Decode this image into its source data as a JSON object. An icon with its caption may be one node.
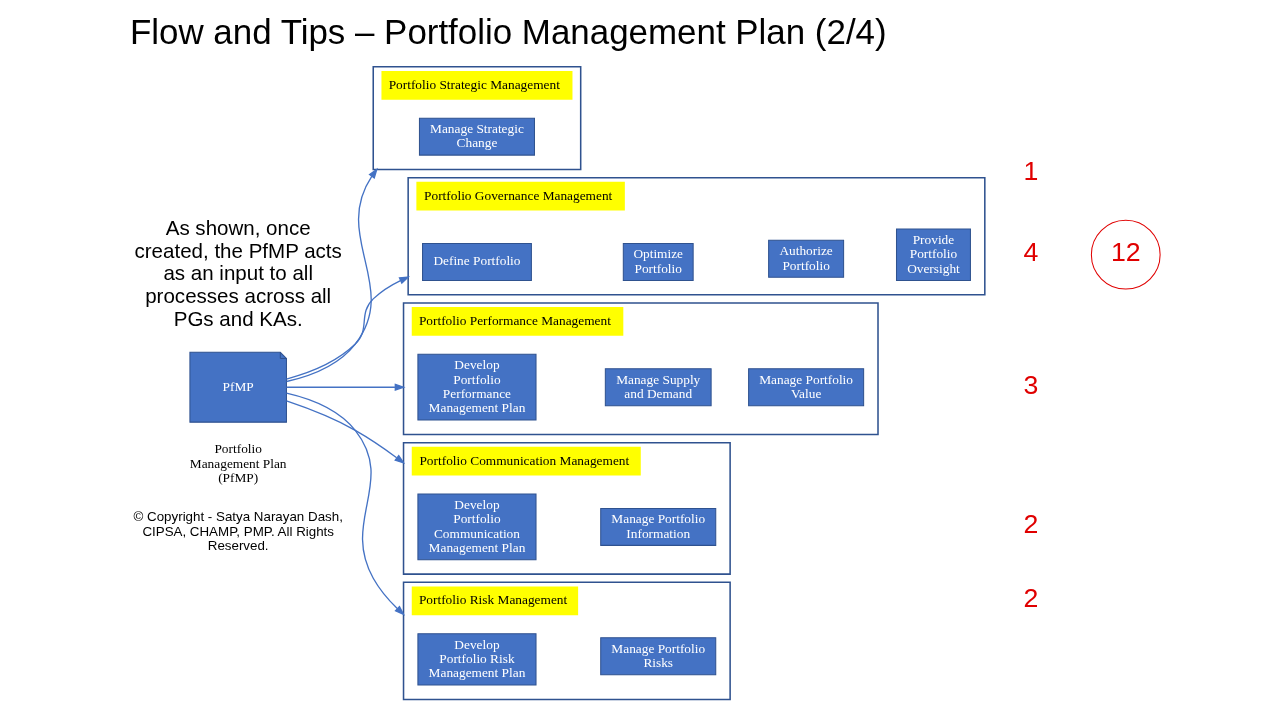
{
  "diagram": {
    "title": "Flow and Tips – Portfolio Management Plan (2/4)",
    "nodes": [
      {
        "text": [
          "PfMP"
        ],
        "beside": [
          "Portfolio Management Plan (PfMP)"
        ]
      },
      {
        "text": [
          "Portfolio Strategic Management"
        ]
      },
      {
        "text": [
          "Manage Strategic Change"
        ],
        "in": 1
      },
      {
        "text": [
          "Portfolio Governance Management"
        ]
      },
      {
        "text": [
          "Define Portfolio"
        ],
        "in": 3
      },
      {
        "text": [
          "Optimize Portfolio"
        ],
        "in": 3
      },
      {
        "text": [
          "Authorize Portfolio"
        ],
        "in": 3
      },
      {
        "text": [
          "Provide Portfolio Oversight"
        ],
        "in": 3
      },
      {
        "text": [
          "Portfolio Performance Management"
        ]
      },
      {
        "text": [
          "Develop Portfolio Performance Management Plan"
        ],
        "in": 8
      },
      {
        "text": [
          "Manage Supply and Demand"
        ],
        "in": 8
      },
      {
        "text": [
          "Manage Portfolio Value"
        ],
        "in": 8
      },
      {
        "text": [
          "Portfolio Communication Management"
        ]
      },
      {
        "text": [
          "Develop Portfolio Communication Management Plan"
        ],
        "in": 12
      },
      {
        "text": [
          "Manage Portfolio Information"
        ],
        "in": 12
      },
      {
        "text": [
          "Portfolio Risk Management"
        ]
      },
      {
        "text": [
          "Develop Portfolio Risk Management Plan"
        ],
        "in": 15
      },
      {
        "text": [
          "Manage Portfolio Risks"
        ],
        "in": 15
      },
      {
        "text": [
          "12"
        ]
      }
    ],
    "edges": [
      {
        "from": 0,
        "to": 1,
        "arrow": "to"
      },
      {
        "from": 0,
        "to": 3,
        "arrow": "to"
      },
      {
        "from": 0,
        "to": 8,
        "arrow": "to"
      },
      {
        "from": 0,
        "to": 12,
        "arrow": "to"
      },
      {
        "from": 0,
        "to": 15,
        "arrow": "to"
      }
    ],
    "labels": [
      "As shown, once created, the PfMP acts as an input to all processes across all PGs and KAs.",
      "1",
      "4",
      "3",
      "2",
      "2",
      "© Copyright - Satya Narayan Dash, CIPSA, CHAMP, PMP. All Rights Reserved."
    ]
  }
}
